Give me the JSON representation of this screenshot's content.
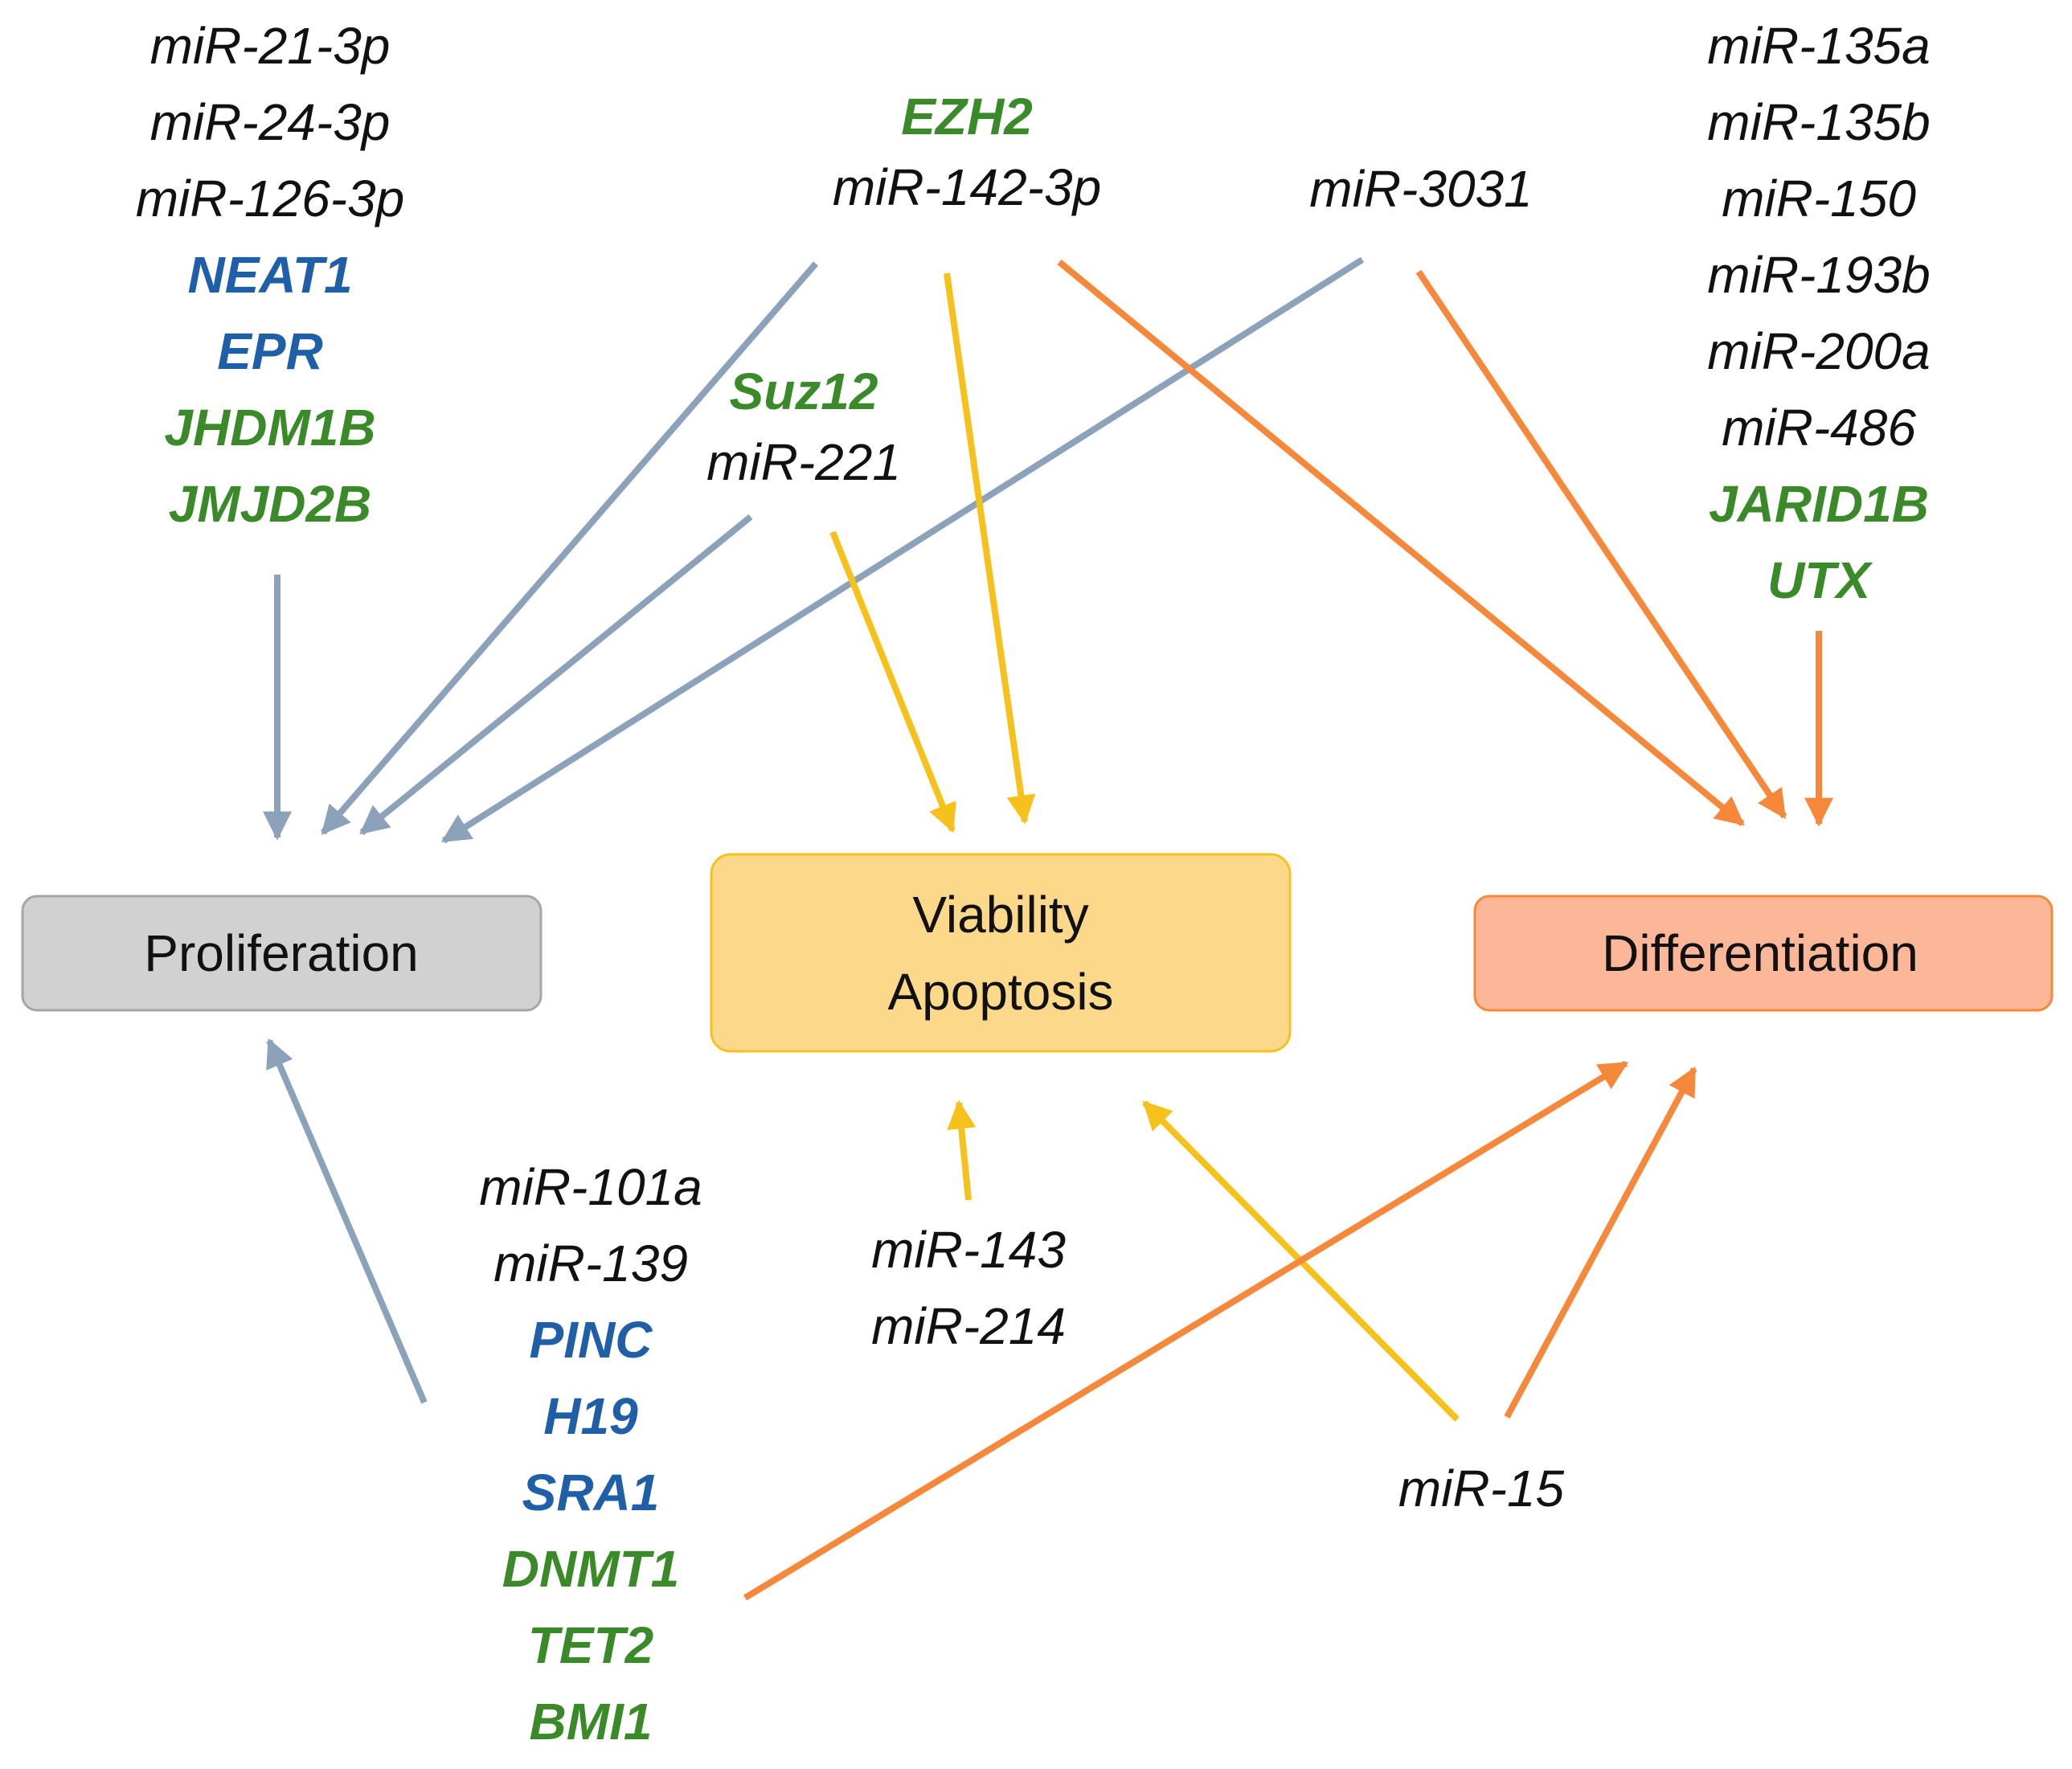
{
  "colors": {
    "mirna": "#111111",
    "lncrna": "#1f5fa8",
    "epigenetic": "#3b8a2a",
    "proliferation_arrow": "#8ca2bb",
    "viability_arrow": "#f6c11b",
    "differentiation_arrow": "#f5883a",
    "proliferation_box_fill": "#d1d1d1",
    "viability_box_fill": "#fcd98a",
    "differentiation_box_fill": "#fbb798"
  },
  "outcomes": {
    "proliferation": {
      "label": "Proliferation"
    },
    "viability": {
      "line1": "Viability",
      "line2": "Apoptosis"
    },
    "differentiation": {
      "label": "Differentiation"
    }
  },
  "groups": {
    "top_left": [
      {
        "text": "miR-21-3p",
        "kind": "mirna"
      },
      {
        "text": "miR-24-3p",
        "kind": "mirna"
      },
      {
        "text": "miR-126-3p",
        "kind": "mirna"
      },
      {
        "text": "NEAT1",
        "kind": "lncrna"
      },
      {
        "text": "EPR",
        "kind": "lncrna"
      },
      {
        "text": "JHDM1B",
        "kind": "epigenetic"
      },
      {
        "text": "JMJD2B",
        "kind": "epigenetic"
      }
    ],
    "top_center": [
      {
        "text": "EZH2",
        "kind": "epigenetic"
      },
      {
        "text": "miR-142-3p",
        "kind": "mirna"
      }
    ],
    "middle_center": [
      {
        "text": "Suz12",
        "kind": "epigenetic"
      },
      {
        "text": "miR-221",
        "kind": "mirna"
      }
    ],
    "top_right_center": [
      {
        "text": "miR-3031",
        "kind": "mirna"
      }
    ],
    "top_right": [
      {
        "text": "miR-135a",
        "kind": "mirna"
      },
      {
        "text": "miR-135b",
        "kind": "mirna"
      },
      {
        "text": "miR-150",
        "kind": "mirna"
      },
      {
        "text": "miR-193b",
        "kind": "mirna"
      },
      {
        "text": "miR-200a",
        "kind": "mirna"
      },
      {
        "text": "miR-486",
        "kind": "mirna"
      },
      {
        "text": "JARID1B",
        "kind": "epigenetic"
      },
      {
        "text": "UTX",
        "kind": "epigenetic"
      }
    ],
    "bottom_left": [
      {
        "text": "miR-101a",
        "kind": "mirna"
      },
      {
        "text": "miR-139",
        "kind": "mirna"
      },
      {
        "text": "PINC",
        "kind": "lncrna"
      },
      {
        "text": "H19",
        "kind": "lncrna"
      },
      {
        "text": "SRA1",
        "kind": "lncrna"
      },
      {
        "text": "DNMT1",
        "kind": "epigenetic"
      },
      {
        "text": "TET2",
        "kind": "epigenetic"
      },
      {
        "text": "BMI1",
        "kind": "epigenetic"
      }
    ],
    "bottom_center": [
      {
        "text": "miR-143",
        "kind": "mirna"
      },
      {
        "text": "miR-214",
        "kind": "mirna"
      }
    ],
    "bottom_right": [
      {
        "text": "miR-15",
        "kind": "mirna"
      }
    ]
  },
  "edges": [
    {
      "from": "top_left",
      "to": "proliferation"
    },
    {
      "from": "top_center",
      "to": "proliferation"
    },
    {
      "from": "middle_center",
      "to": "proliferation"
    },
    {
      "from": "top_right_center",
      "to": "proliferation"
    },
    {
      "from": "bottom_left",
      "to": "proliferation"
    },
    {
      "from": "middle_center",
      "to": "viability"
    },
    {
      "from": "top_center",
      "to": "viability"
    },
    {
      "from": "bottom_center",
      "to": "viability"
    },
    {
      "from": "bottom_right",
      "to": "viability"
    },
    {
      "from": "top_center",
      "to": "differentiation"
    },
    {
      "from": "top_right_center",
      "to": "differentiation"
    },
    {
      "from": "top_right",
      "to": "differentiation"
    },
    {
      "from": "bottom_left",
      "to": "differentiation"
    },
    {
      "from": "bottom_right",
      "to": "differentiation"
    }
  ]
}
